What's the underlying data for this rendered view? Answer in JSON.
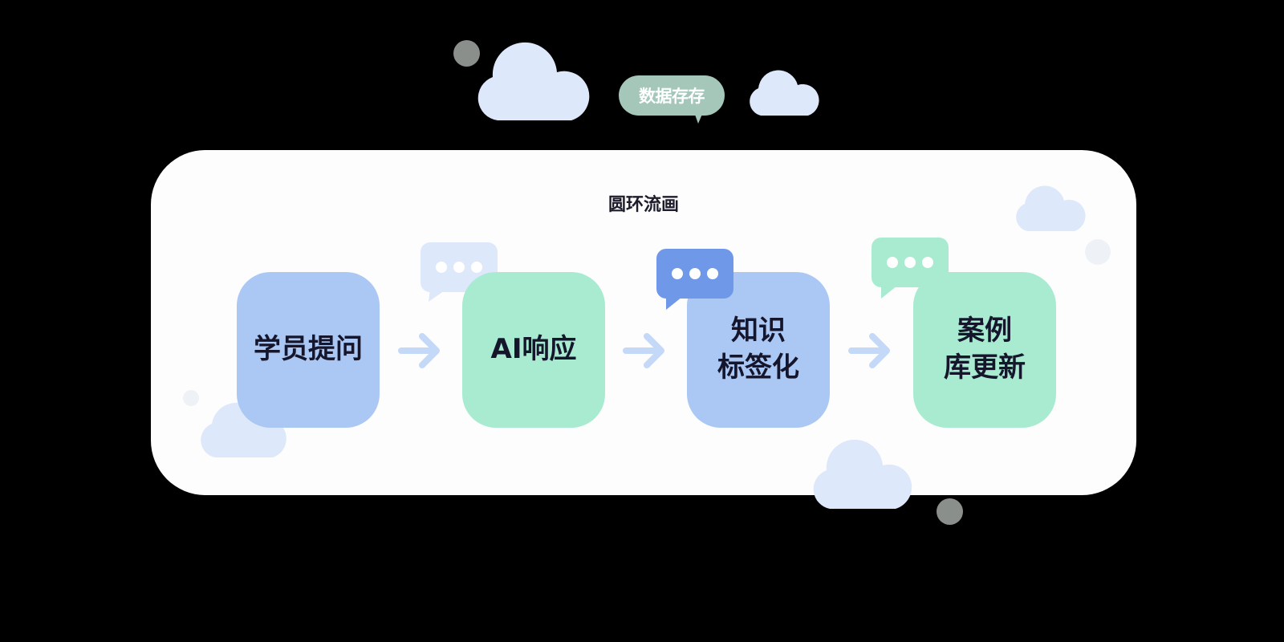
{
  "storage_tag": {
    "label": "数据存存"
  },
  "panel": {
    "title": "圆环流画"
  },
  "flow": {
    "steps": [
      {
        "label": "学员提问"
      },
      {
        "label": "AI响应"
      },
      {
        "label": "知识\n标签化"
      },
      {
        "label": "案例\n库更新"
      }
    ]
  },
  "icons": {
    "cloud": "cloud-icon",
    "arrow": "arrow-right-icon",
    "chat": "chat-bubble-icon"
  },
  "colors": {
    "background": "#000000",
    "panel": "#fdfdfd",
    "card_blue": "#abc8f5",
    "card_green": "#a8ebd0",
    "arrow": "#c4d8f7",
    "tag": "#a4c7ba",
    "bubble_light": "#dde8fb",
    "bubble_blue": "#6f98e8",
    "bubble_green": "#a8ebd0",
    "cloud": "#dde8fb",
    "dot_gray": "#8a8f8c"
  }
}
